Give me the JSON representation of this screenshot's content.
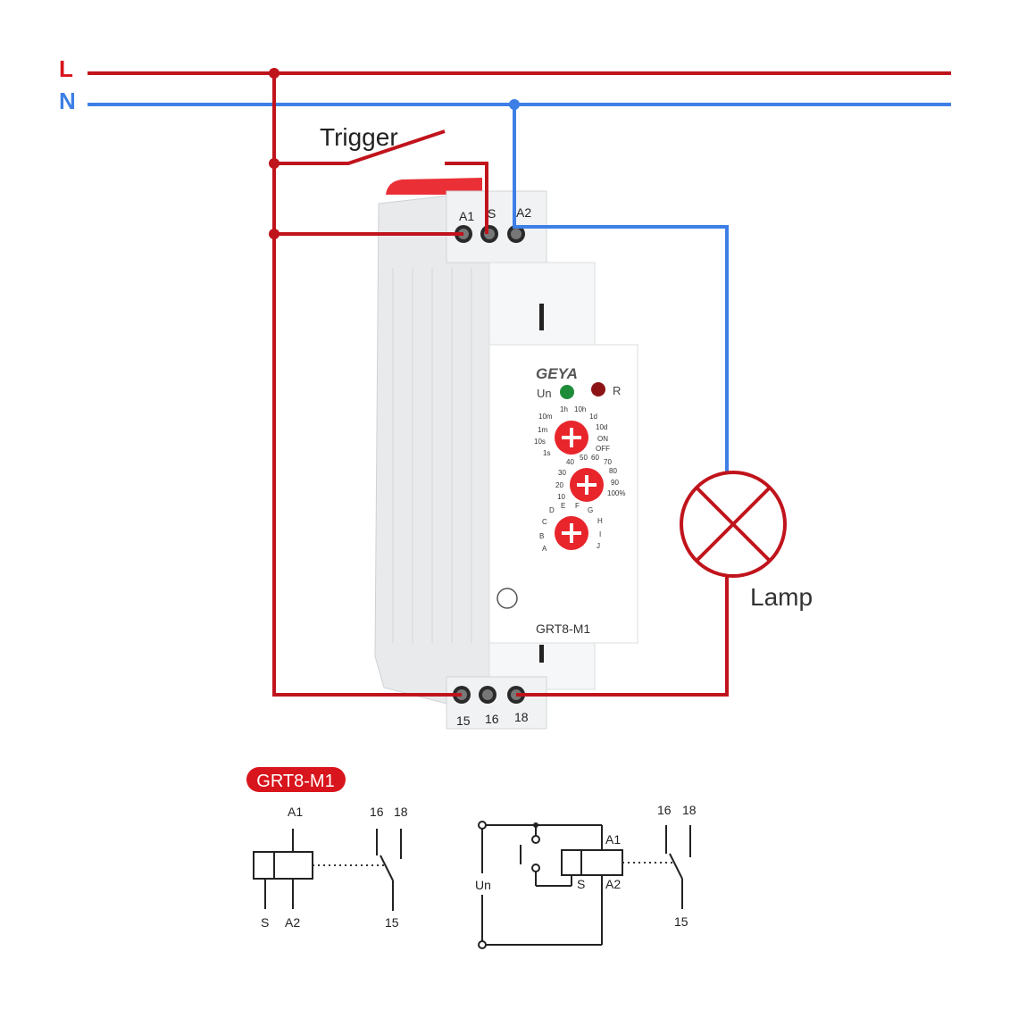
{
  "lines": {
    "l_label": "L",
    "n_label": "N",
    "l_color": "#c0141c",
    "n_color": "#3d7fe6"
  },
  "trigger": {
    "label": "Trigger"
  },
  "lamp": {
    "label": "Lamp"
  },
  "device": {
    "brand": "GEYA",
    "model": "GRT8-M1",
    "side_model": "GRT8-M1",
    "top_terminals": [
      "A1",
      "S",
      "A2"
    ],
    "bottom_terminals": [
      "15",
      "16",
      "18"
    ],
    "led_power": "Un",
    "led_relay": "R",
    "time_range_labels": [
      "1h",
      "10h",
      "10m",
      "1d",
      "1m",
      "10d",
      "10s",
      "ON",
      "1s",
      "OFF"
    ],
    "percent_labels": [
      "40",
      "50",
      "60",
      "70",
      "30",
      "80",
      "20",
      "90",
      "10",
      "100%"
    ],
    "function_labels": [
      "D",
      "E",
      "F",
      "G",
      "C",
      "H",
      "B",
      "I",
      "A",
      "J"
    ],
    "accent_color": "#e8252b"
  },
  "schematic": {
    "badge": "GRT8-M1",
    "badge_color": "#d8141c",
    "left": {
      "a1": "A1",
      "s": "S",
      "a2": "A2",
      "c16": "16",
      "c18": "18",
      "c15": "15"
    },
    "right": {
      "un": "Un",
      "a1": "A1",
      "s": "S",
      "a2": "A2",
      "c16": "16",
      "c18": "18",
      "c15": "15"
    }
  }
}
